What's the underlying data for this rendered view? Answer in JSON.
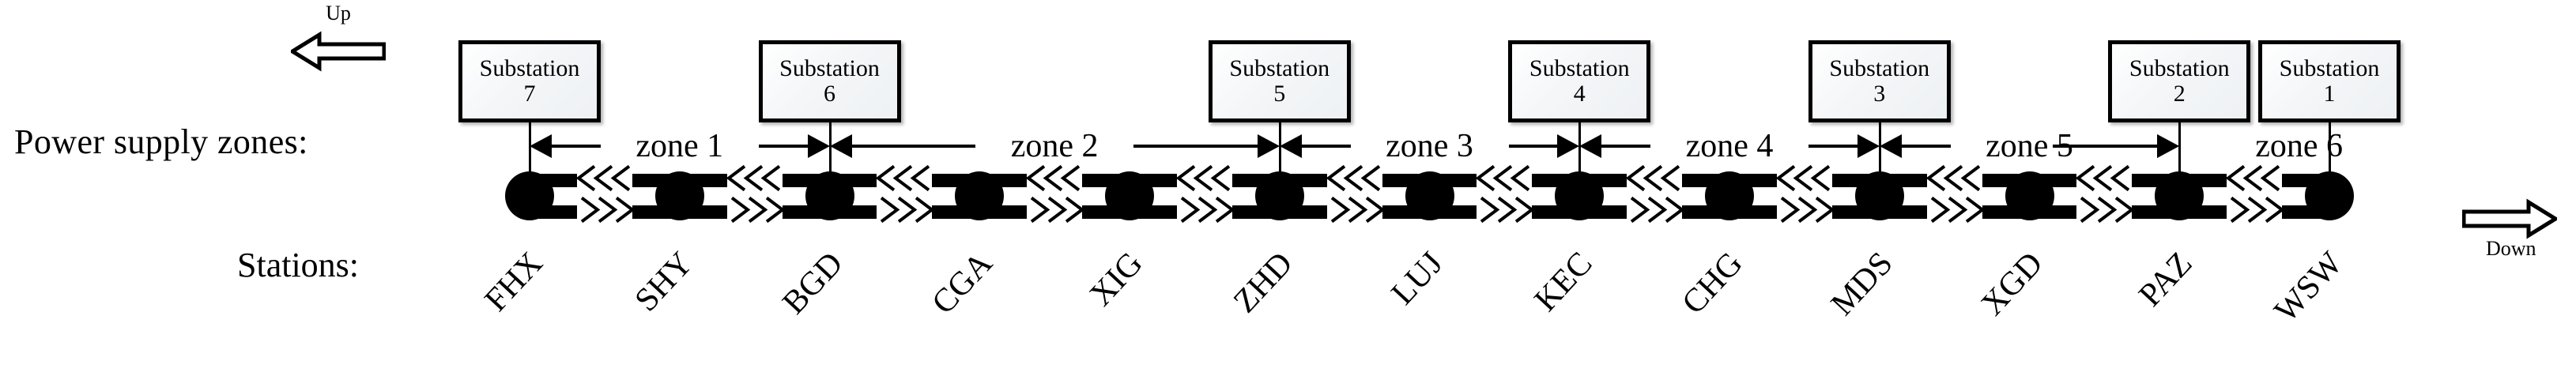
{
  "diagram": {
    "row_labels": {
      "power_supply_zones": "Power supply zones:",
      "stations": "Stations:"
    },
    "direction_indicators": [
      {
        "name": "up-direction",
        "caption": "Up",
        "points": "left"
      },
      {
        "name": "down-direction",
        "caption": "Down",
        "points": "right"
      }
    ],
    "substation_name": "Substation",
    "substations": [
      {
        "number": "7",
        "at_station": "FHX"
      },
      {
        "number": "6",
        "at_station": "BGD"
      },
      {
        "number": "5",
        "at_station": "ZHD"
      },
      {
        "number": "4",
        "at_station": "KEC"
      },
      {
        "number": "3",
        "at_station": "MDS"
      },
      {
        "number": "2",
        "at_station": "PAZ"
      },
      {
        "number": "1",
        "at_station": "WSW"
      }
    ],
    "zones": [
      {
        "label": "zone 1",
        "from": "FHX",
        "to": "BGD"
      },
      {
        "label": "zone 2",
        "from": "BGD",
        "to": "ZHD"
      },
      {
        "label": "zone 3",
        "from": "ZHD",
        "to": "KEC"
      },
      {
        "label": "zone 4",
        "from": "KEC",
        "to": "MDS"
      },
      {
        "label": "zone 5",
        "from": "MDS",
        "to": "PAZ"
      },
      {
        "label": "zone 6",
        "from": "PAZ",
        "to": "WSW"
      }
    ],
    "stations": [
      "FHX",
      "SHY",
      "BGD",
      "CGA",
      "XIG",
      "ZHD",
      "LUJ",
      "KEC",
      "CHG",
      "MDS",
      "XGD",
      "PAZ",
      "WSW"
    ],
    "track": {
      "upper_line_direction": "left",
      "lower_line_direction": "right",
      "chevron_glyph_upper": "«",
      "chevron_glyph_lower": "»"
    },
    "colors": {
      "ink": "#000000",
      "background": "#ffffff",
      "box_fill": "#f2f5f8"
    }
  }
}
